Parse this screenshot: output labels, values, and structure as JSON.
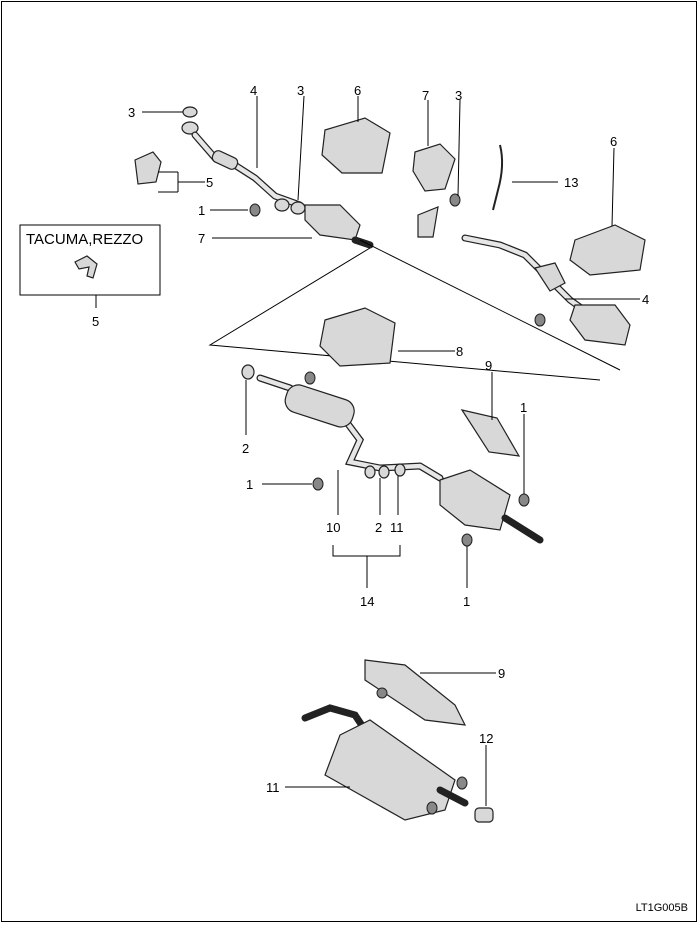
{
  "figure_code": "LT1G005B",
  "inset": {
    "title": "TACUMA,REZZO",
    "callout": "5"
  },
  "callouts": [
    "3",
    "4",
    "3",
    "6",
    "7",
    "3",
    "6",
    "13",
    "5",
    "1",
    "7",
    "4",
    "8",
    "9",
    "1",
    "2",
    "1",
    "10",
    "2",
    "11",
    "14",
    "1",
    "9",
    "12",
    "11"
  ]
}
